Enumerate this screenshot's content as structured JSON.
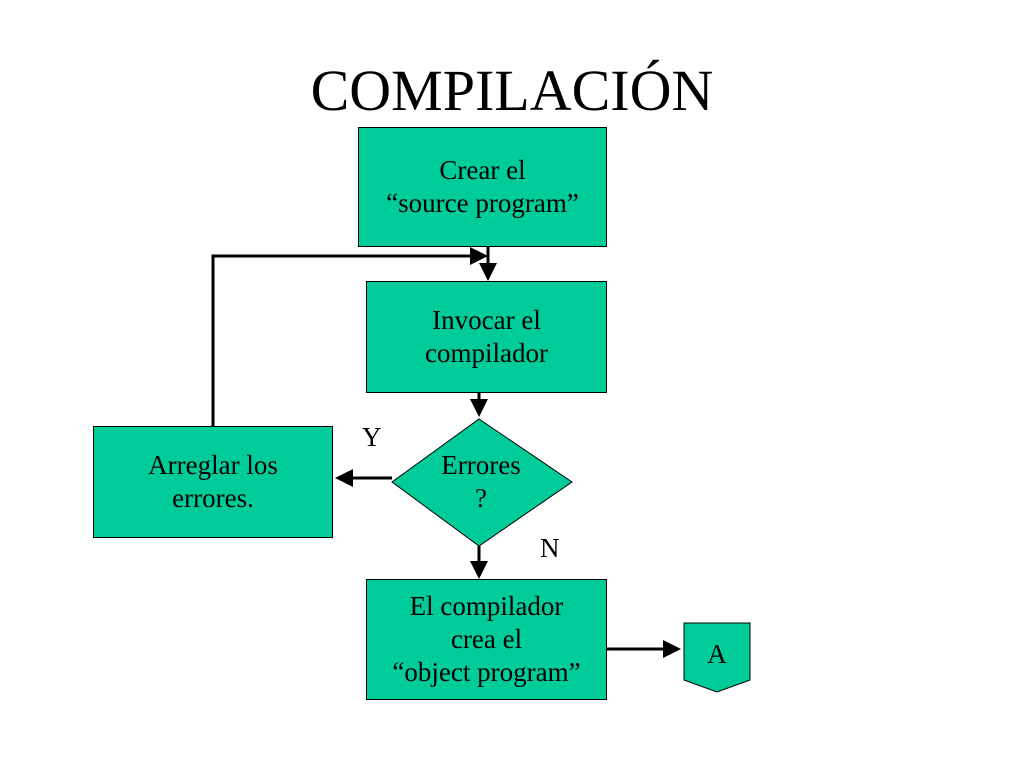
{
  "title": "COMPILACIÓN",
  "nodes": {
    "create_source": {
      "line1": "Crear el",
      "line2": "“source program”"
    },
    "invoke_compiler": {
      "line1": "Invocar el",
      "line2": "compilador"
    },
    "errors_decision": {
      "line1": "Errores",
      "line2": "?"
    },
    "fix_errors": {
      "line1": "Arreglar los",
      "line2": "errores."
    },
    "object_program": {
      "line1": "El compilador",
      "line2": "crea el",
      "line3": "“object program”"
    },
    "connector": {
      "label": "A"
    }
  },
  "edges": {
    "yes_label": "Y",
    "no_label": "N"
  },
  "colors": {
    "box_fill": "#00cc99",
    "line": "#000000"
  }
}
